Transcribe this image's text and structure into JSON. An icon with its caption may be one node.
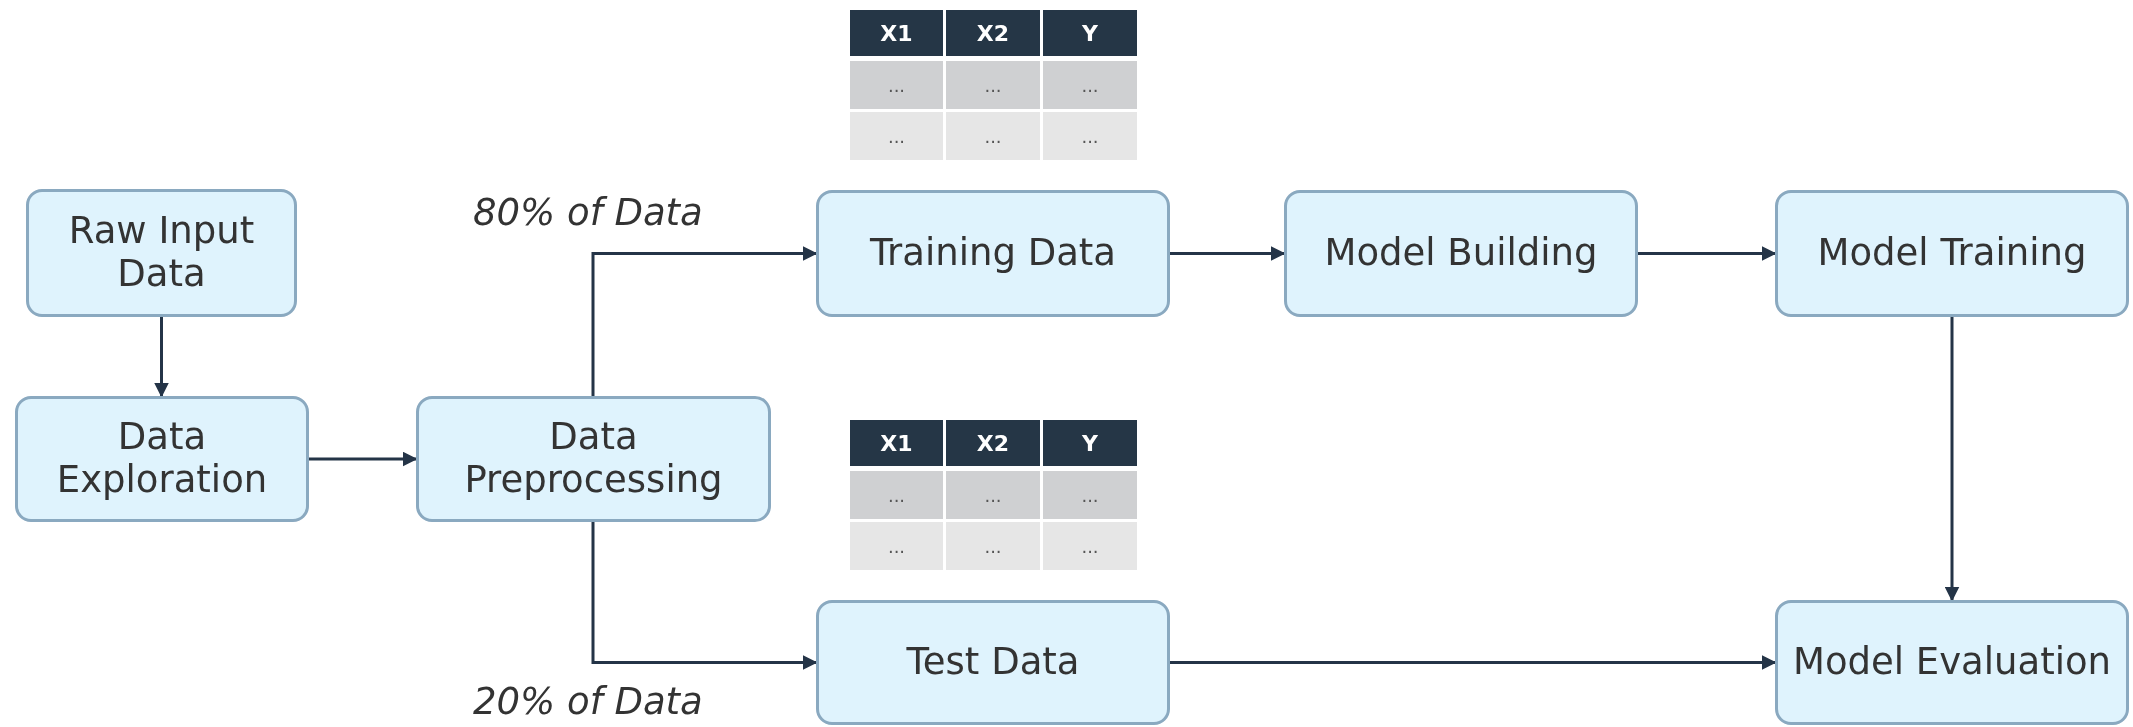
{
  "diagram": {
    "nodes": [
      {
        "text": [
          "Raw Input Data"
        ]
      },
      {
        "text": [
          "Data Exploration"
        ]
      },
      {
        "text": [
          "Data Preprocessing"
        ]
      },
      {
        "text": [
          "Training Data"
        ]
      },
      {
        "text": [
          "Model Building"
        ]
      },
      {
        "text": [
          "Model Training"
        ]
      },
      {
        "text": [
          "Test Data"
        ]
      },
      {
        "text": [
          "Model Evaluation"
        ]
      }
    ],
    "edges": [
      {
        "from": 0,
        "to": 1,
        "arrow": "to"
      },
      {
        "from": 1,
        "to": 2,
        "arrow": "to"
      },
      {
        "from": 2,
        "to": 3,
        "arrow": "to",
        "label": "80% of Data"
      },
      {
        "from": 2,
        "to": 6,
        "arrow": "to",
        "label": "20% of Data"
      },
      {
        "from": 3,
        "to": 4,
        "arrow": "to"
      },
      {
        "from": 4,
        "to": 5,
        "arrow": "to"
      },
      {
        "from": 5,
        "to": 7,
        "arrow": "to"
      },
      {
        "from": 6,
        "to": 7,
        "arrow": "to"
      }
    ],
    "labels": [
      "X1",
      "X2",
      "Y",
      "...",
      "...",
      "...",
      "...",
      "...",
      "...",
      "X1",
      "X2",
      "Y",
      "...",
      "...",
      "...",
      "...",
      "...",
      "..."
    ]
  }
}
